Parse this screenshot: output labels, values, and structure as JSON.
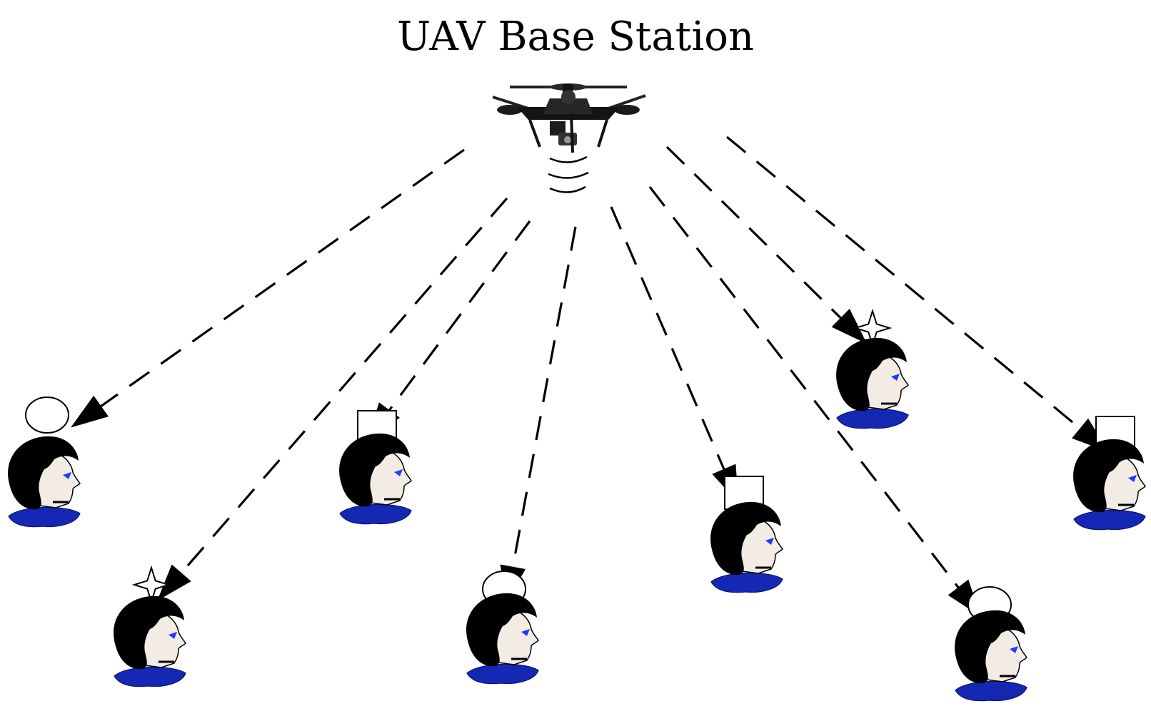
{
  "title": "UAV Base Station",
  "icons": {
    "uav": "quadcopter-drone-icon",
    "signal": "wireless-signal-icon",
    "user": "user-head-icon",
    "markers": [
      "circle",
      "square",
      "star"
    ]
  },
  "colors": {
    "line": "#000000",
    "collar": "#1428b4",
    "face": "#f2ece4",
    "eye": "#1e3cff"
  },
  "users": [
    {
      "id": "u1",
      "marker": "circle"
    },
    {
      "id": "u2",
      "marker": "star"
    },
    {
      "id": "u3",
      "marker": "square"
    },
    {
      "id": "u4",
      "marker": "circle"
    },
    {
      "id": "u5",
      "marker": "square"
    },
    {
      "id": "u6",
      "marker": "star"
    },
    {
      "id": "u7",
      "marker": "circle"
    },
    {
      "id": "u8",
      "marker": "square"
    }
  ]
}
